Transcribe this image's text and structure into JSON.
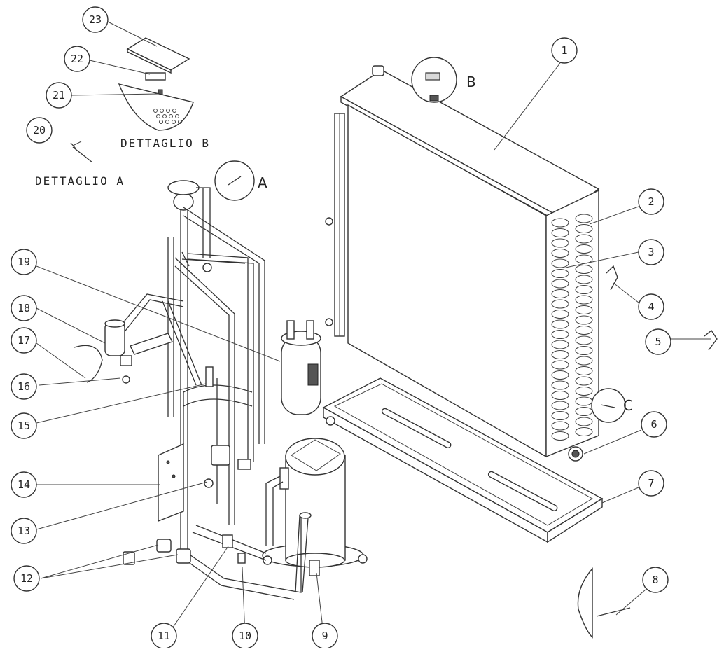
{
  "callouts": [
    {
      "id": "1",
      "label": "1"
    },
    {
      "id": "2",
      "label": "2"
    },
    {
      "id": "3",
      "label": "3"
    },
    {
      "id": "4",
      "label": "4"
    },
    {
      "id": "5",
      "label": "5"
    },
    {
      "id": "6",
      "label": "6"
    },
    {
      "id": "7",
      "label": "7"
    },
    {
      "id": "8",
      "label": "8"
    },
    {
      "id": "9",
      "label": "9"
    },
    {
      "id": "10",
      "label": "10"
    },
    {
      "id": "11",
      "label": "11"
    },
    {
      "id": "12",
      "label": "12"
    },
    {
      "id": "13",
      "label": "13"
    },
    {
      "id": "14",
      "label": "14"
    },
    {
      "id": "15",
      "label": "15"
    },
    {
      "id": "16",
      "label": "16"
    },
    {
      "id": "17",
      "label": "17"
    },
    {
      "id": "18",
      "label": "18"
    },
    {
      "id": "19",
      "label": "19"
    },
    {
      "id": "20",
      "label": "20"
    },
    {
      "id": "21",
      "label": "21"
    },
    {
      "id": "22",
      "label": "22"
    },
    {
      "id": "23",
      "label": "23"
    }
  ],
  "details": {
    "a_caption": "DETTAGLIO A",
    "b_caption": "DETTAGLIO B",
    "marker_a": "A",
    "marker_b": "B",
    "marker_c": "C"
  },
  "colors": {
    "line": "#333333",
    "background": "#ffffff",
    "fill_light": "#d9d9d9"
  }
}
